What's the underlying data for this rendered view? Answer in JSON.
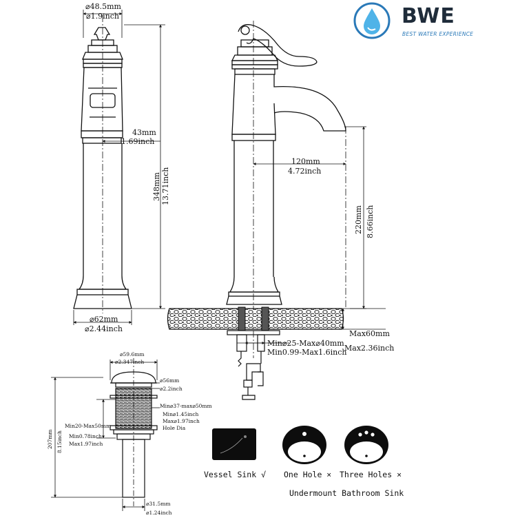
{
  "logo": {
    "name": "BWE",
    "tagline": "BEST WATER EXPERIENCE",
    "colors": {
      "blue": "#2a79b8",
      "light_blue": "#4fb3e8",
      "text": "#1f2c3a"
    }
  },
  "side_view": {
    "top_dia_mm": "⌀48.5mm",
    "top_dia_in": "⌀1.9inch",
    "depth_mm": "43mm",
    "depth_in": "1.69inch",
    "height_mm": "348mm",
    "height_in": "13.71inch",
    "base_dia_mm": "⌀62mm",
    "base_dia_in": "⌀2.44inch"
  },
  "front_view": {
    "reach_mm": "120mm",
    "reach_in": "4.72inch",
    "spout_height_mm": "220mm",
    "spout_height_in": "8.66inch",
    "deck_max_mm": "Max60mm",
    "deck_max_in": "Max2.36inch",
    "hole_range_mm": "Min⌀25-Max⌀40mm",
    "hole_range_in": "Min0.99-Max1.6inch"
  },
  "drain": {
    "cap_dia_mm": "⌀59.6mm",
    "cap_dia_in": "⌀2.347inch",
    "neck_dia_mm": "⌀56mm",
    "neck_dia_in": "⌀2.2inch",
    "thread_range_mm": "Min⌀37-max⌀50mm",
    "thread_range_in1": "Min⌀1.45inch",
    "thread_range_in2": "Max⌀1.97inch",
    "thread_hole": "Hole Dia",
    "counter_range_mm": "Min20-Max50mm",
    "counter_range_in1": "Min0.78inch",
    "counter_range_in2": "Max1.97inch",
    "height_mm": "207mm",
    "height_in": "8.15inch",
    "pipe_dia_mm": "⌀31.5mm",
    "pipe_dia_in": "⌀1.24inch"
  },
  "sinks": {
    "vessel": "Vessel Sink √",
    "one_hole": "One Hole ×",
    "three_holes": "Three Holes ×",
    "caption": "Undermount Bathroom Sink"
  }
}
